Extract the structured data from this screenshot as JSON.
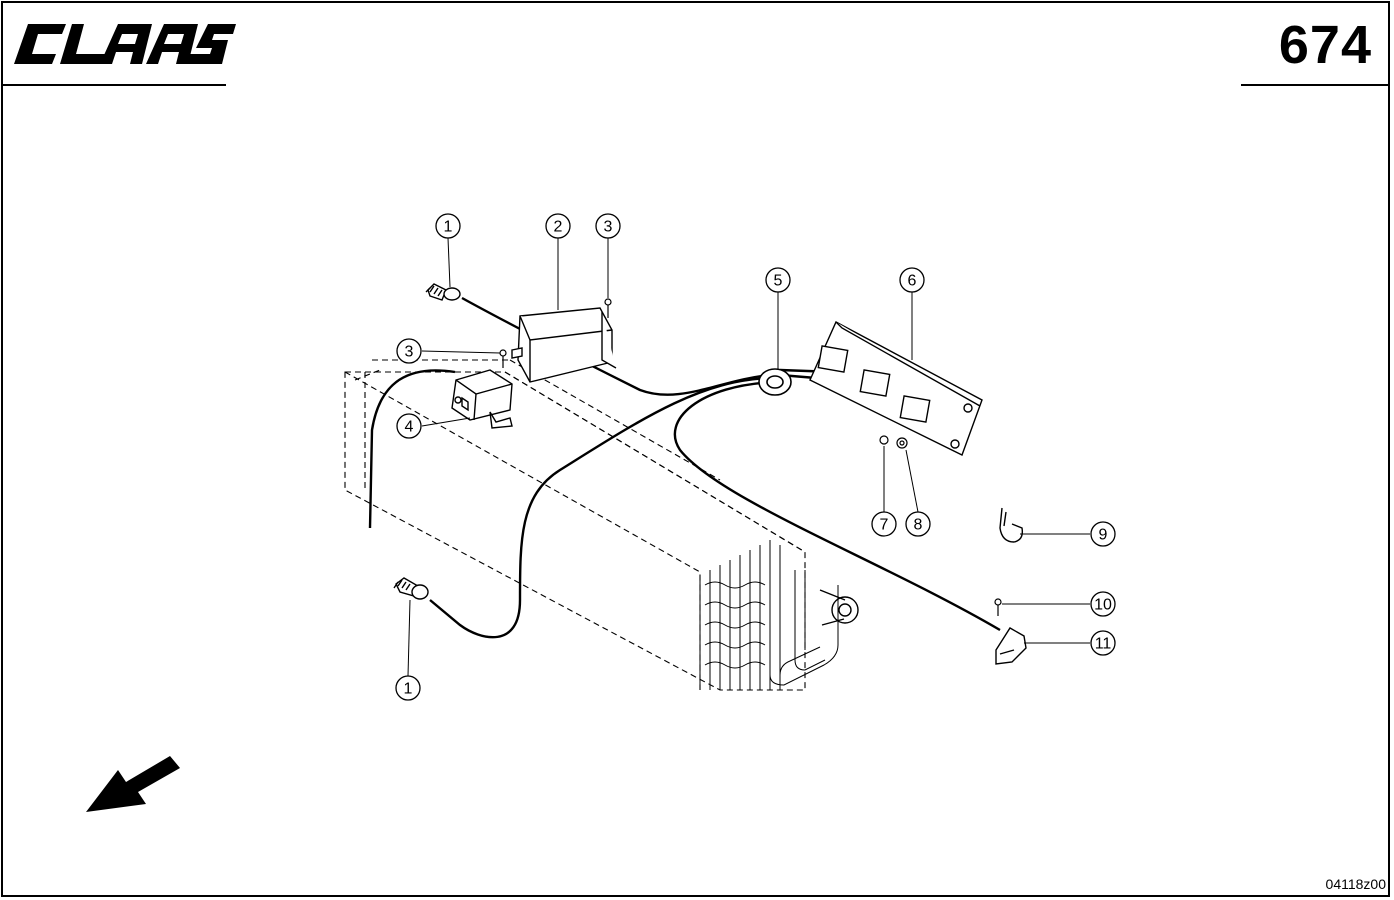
{
  "header": {
    "brand": "CLAAS",
    "page_number": "674"
  },
  "footer": {
    "drawing_id": "04118z00"
  },
  "callouts": [
    {
      "id": "callout-1-top",
      "label": "1"
    },
    {
      "id": "callout-2",
      "label": "2"
    },
    {
      "id": "callout-3-top",
      "label": "3"
    },
    {
      "id": "callout-3-left",
      "label": "3"
    },
    {
      "id": "callout-4",
      "label": "4"
    },
    {
      "id": "callout-5",
      "label": "5"
    },
    {
      "id": "callout-6",
      "label": "6"
    },
    {
      "id": "callout-7",
      "label": "7"
    },
    {
      "id": "callout-8",
      "label": "8"
    },
    {
      "id": "callout-9",
      "label": "9"
    },
    {
      "id": "callout-10",
      "label": "10"
    },
    {
      "id": "callout-11",
      "label": "11"
    },
    {
      "id": "callout-1-bottom",
      "label": "1"
    }
  ],
  "colors": {
    "line": "#000000",
    "background": "#ffffff"
  }
}
